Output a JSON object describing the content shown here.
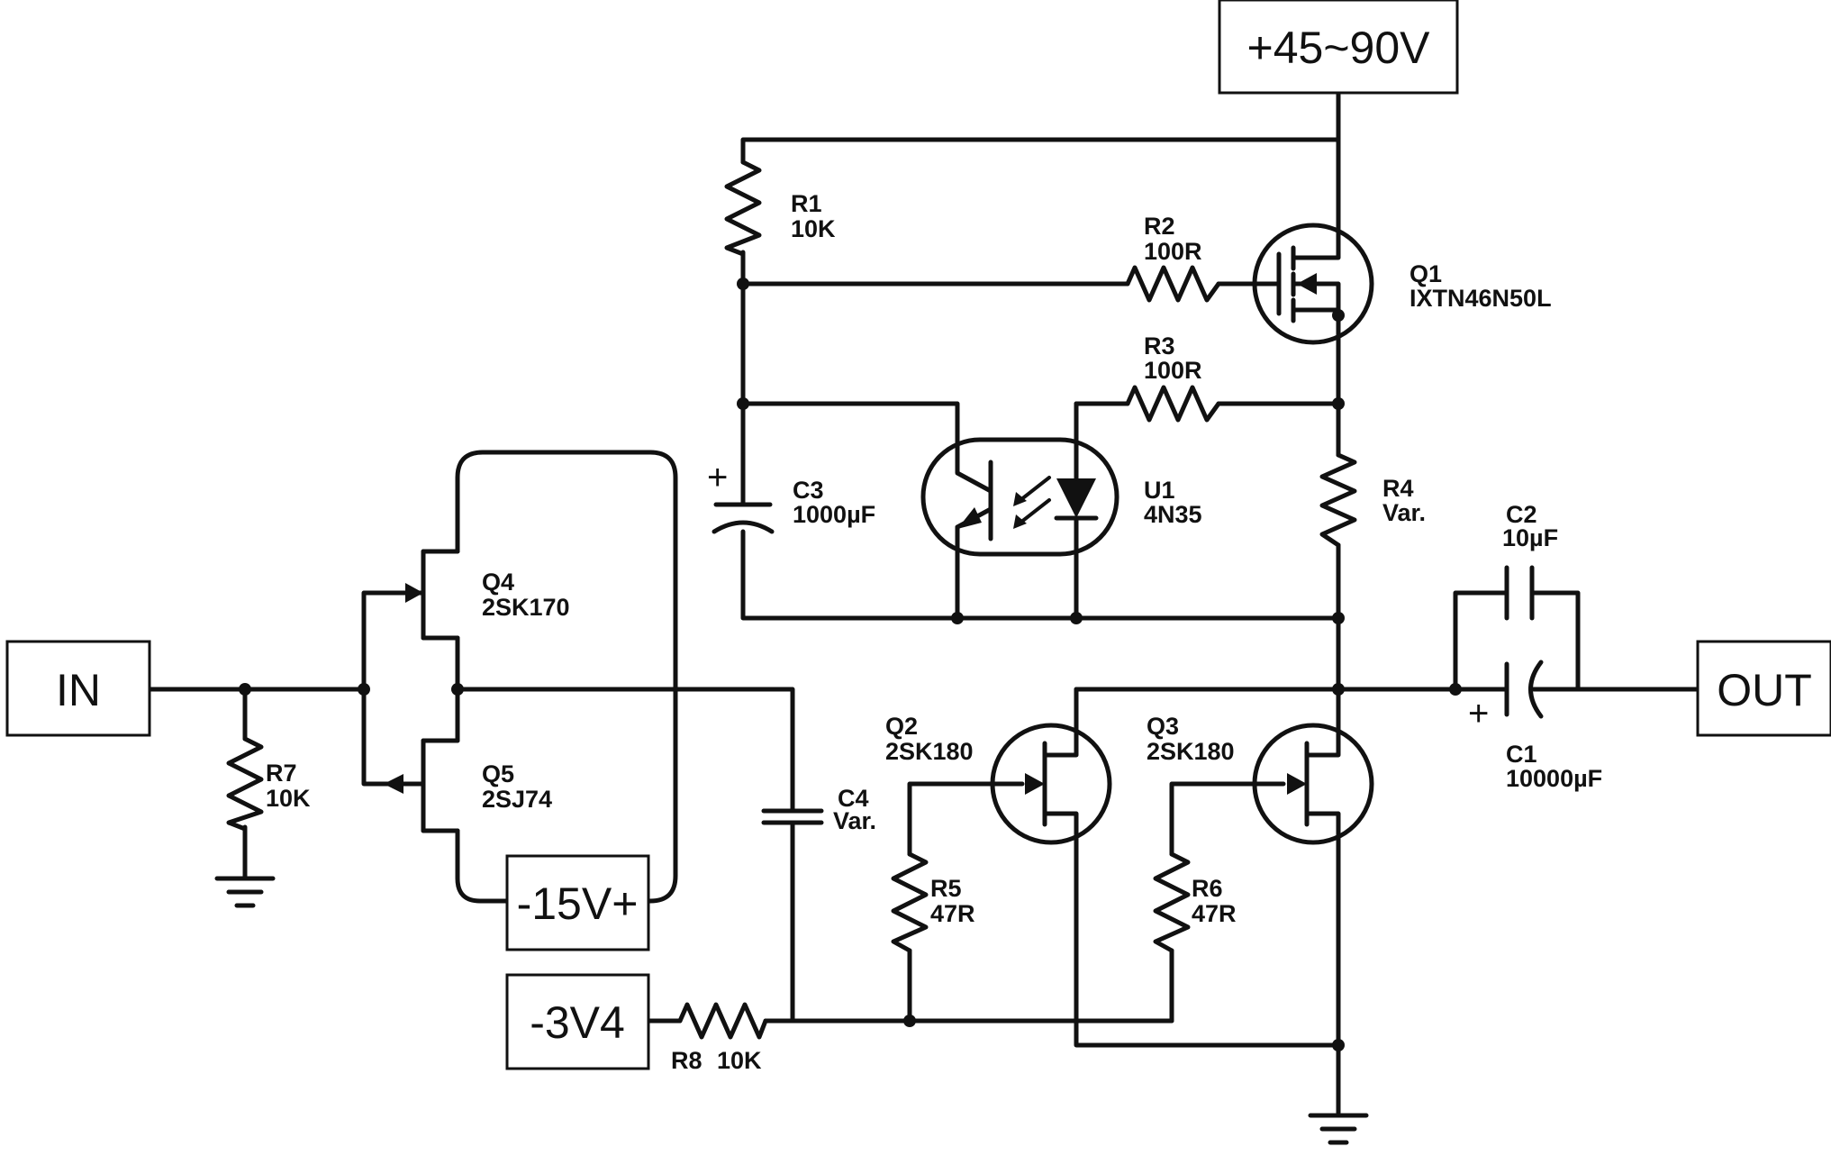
{
  "supply": {
    "main": "+45~90V",
    "bias": "-15V+",
    "neg": "-3V4"
  },
  "ports": {
    "in": "IN",
    "out": "OUT"
  },
  "components": {
    "R1": {
      "ref": "R1",
      "value": "10K"
    },
    "R2": {
      "ref": "R2",
      "value": "100R"
    },
    "R3": {
      "ref": "R3",
      "value": "100R"
    },
    "R4": {
      "ref": "R4",
      "value": "Var."
    },
    "R5": {
      "ref": "R5",
      "value": "47R"
    },
    "R6": {
      "ref": "R6",
      "value": "47R"
    },
    "R7": {
      "ref": "R7",
      "value": "10K"
    },
    "R8": {
      "ref": "R8",
      "value": "10K"
    },
    "C1": {
      "ref": "C1",
      "value": "10000µF"
    },
    "C2": {
      "ref": "C2",
      "value": "10µF"
    },
    "C3": {
      "ref": "C3",
      "value": "1000µF"
    },
    "C4": {
      "ref": "C4",
      "value": "Var."
    },
    "Q1": {
      "ref": "Q1",
      "value": "IXTN46N50L"
    },
    "Q2": {
      "ref": "Q2",
      "value": "2SK180"
    },
    "Q3": {
      "ref": "Q3",
      "value": "2SK180"
    },
    "Q4": {
      "ref": "Q4",
      "value": "2SK170"
    },
    "Q5": {
      "ref": "Q5",
      "value": "2SJ74"
    },
    "U1": {
      "ref": "U1",
      "value": "4N35"
    }
  },
  "polarity_mark": "+"
}
